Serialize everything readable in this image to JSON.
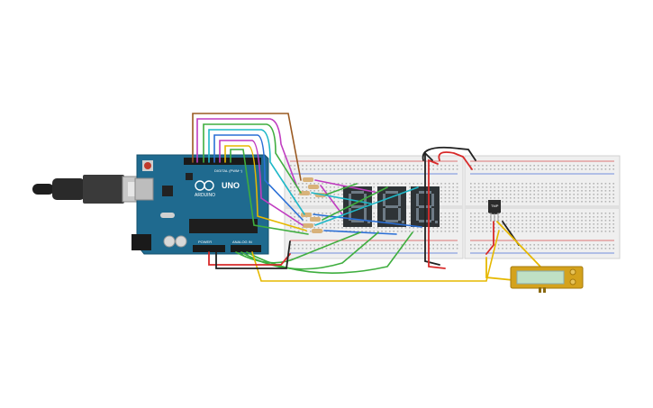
{
  "arduino": {
    "brand": "ARDUINO",
    "model": "UNO",
    "digital_label": "DIGITAL (PWM~)",
    "power_label": "POWER",
    "analog_label": "ANALOG IN",
    "color": "#1f6a8f"
  },
  "sensor": {
    "label": "TMP"
  },
  "display": {
    "count": 3,
    "segment_color": "#6e7b86"
  },
  "colors": {
    "wire_red": "#d82a2a",
    "wire_black": "#222222",
    "wire_green": "#3fae3f",
    "wire_yellow": "#e6b800",
    "wire_blue": "#2a6fd6",
    "wire_magenta": "#c03cc0",
    "wire_cyan": "#1fb8c8",
    "wire_brown": "#9a5a22",
    "breadboard": "#efefef"
  }
}
